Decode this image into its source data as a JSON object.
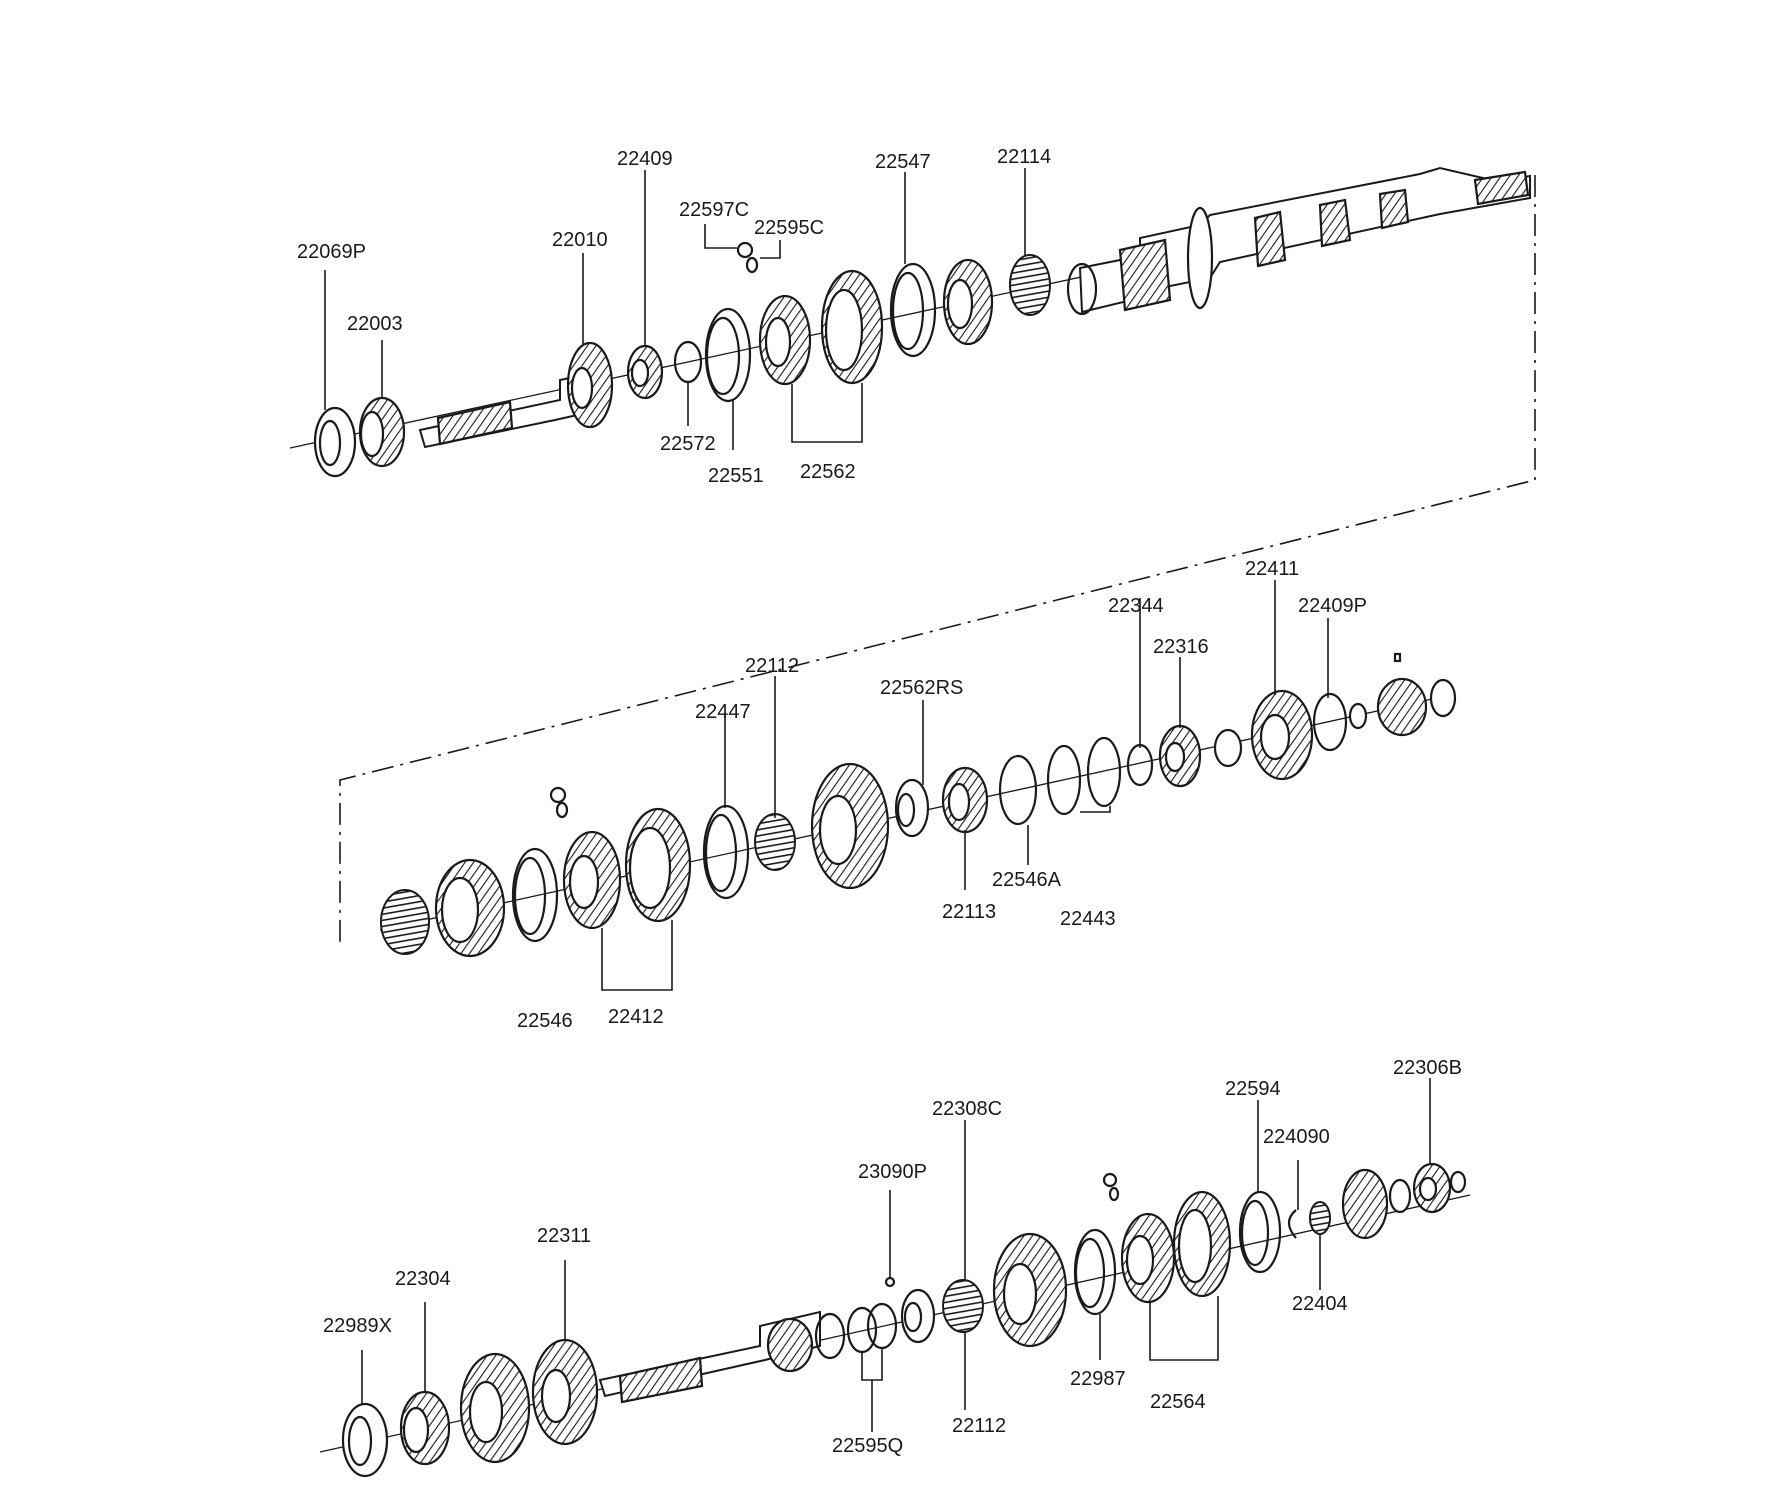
{
  "labels": {
    "p22069P": "22069P",
    "p22003": "22003",
    "p22010": "22010",
    "p22409": "22409",
    "p22597C": "22597C",
    "p22595C": "22595C",
    "p22547": "22547",
    "p22114": "22114",
    "p22572": "22572",
    "p22551": "22551",
    "p22562": "22562",
    "p22411": "22411",
    "p22344": "22344",
    "p22409P": "22409P",
    "p22316": "22316",
    "p22112a": "22112",
    "p22562RS": "22562RS",
    "p22447": "22447",
    "p22546A": "22546A",
    "p22113": "22113",
    "p22443": "22443",
    "p22546": "22546",
    "p22412": "22412",
    "p22306B": "22306B",
    "p22594": "22594",
    "p224090": "224090",
    "p22308C": "22308C",
    "p23090P": "23090P",
    "p22311": "22311",
    "p22304": "22304",
    "p22989X": "22989X",
    "p22404": "22404",
    "p22987": "22987",
    "p22564": "22564",
    "p22112b": "22112",
    "p22595Q": "22595Q"
  }
}
